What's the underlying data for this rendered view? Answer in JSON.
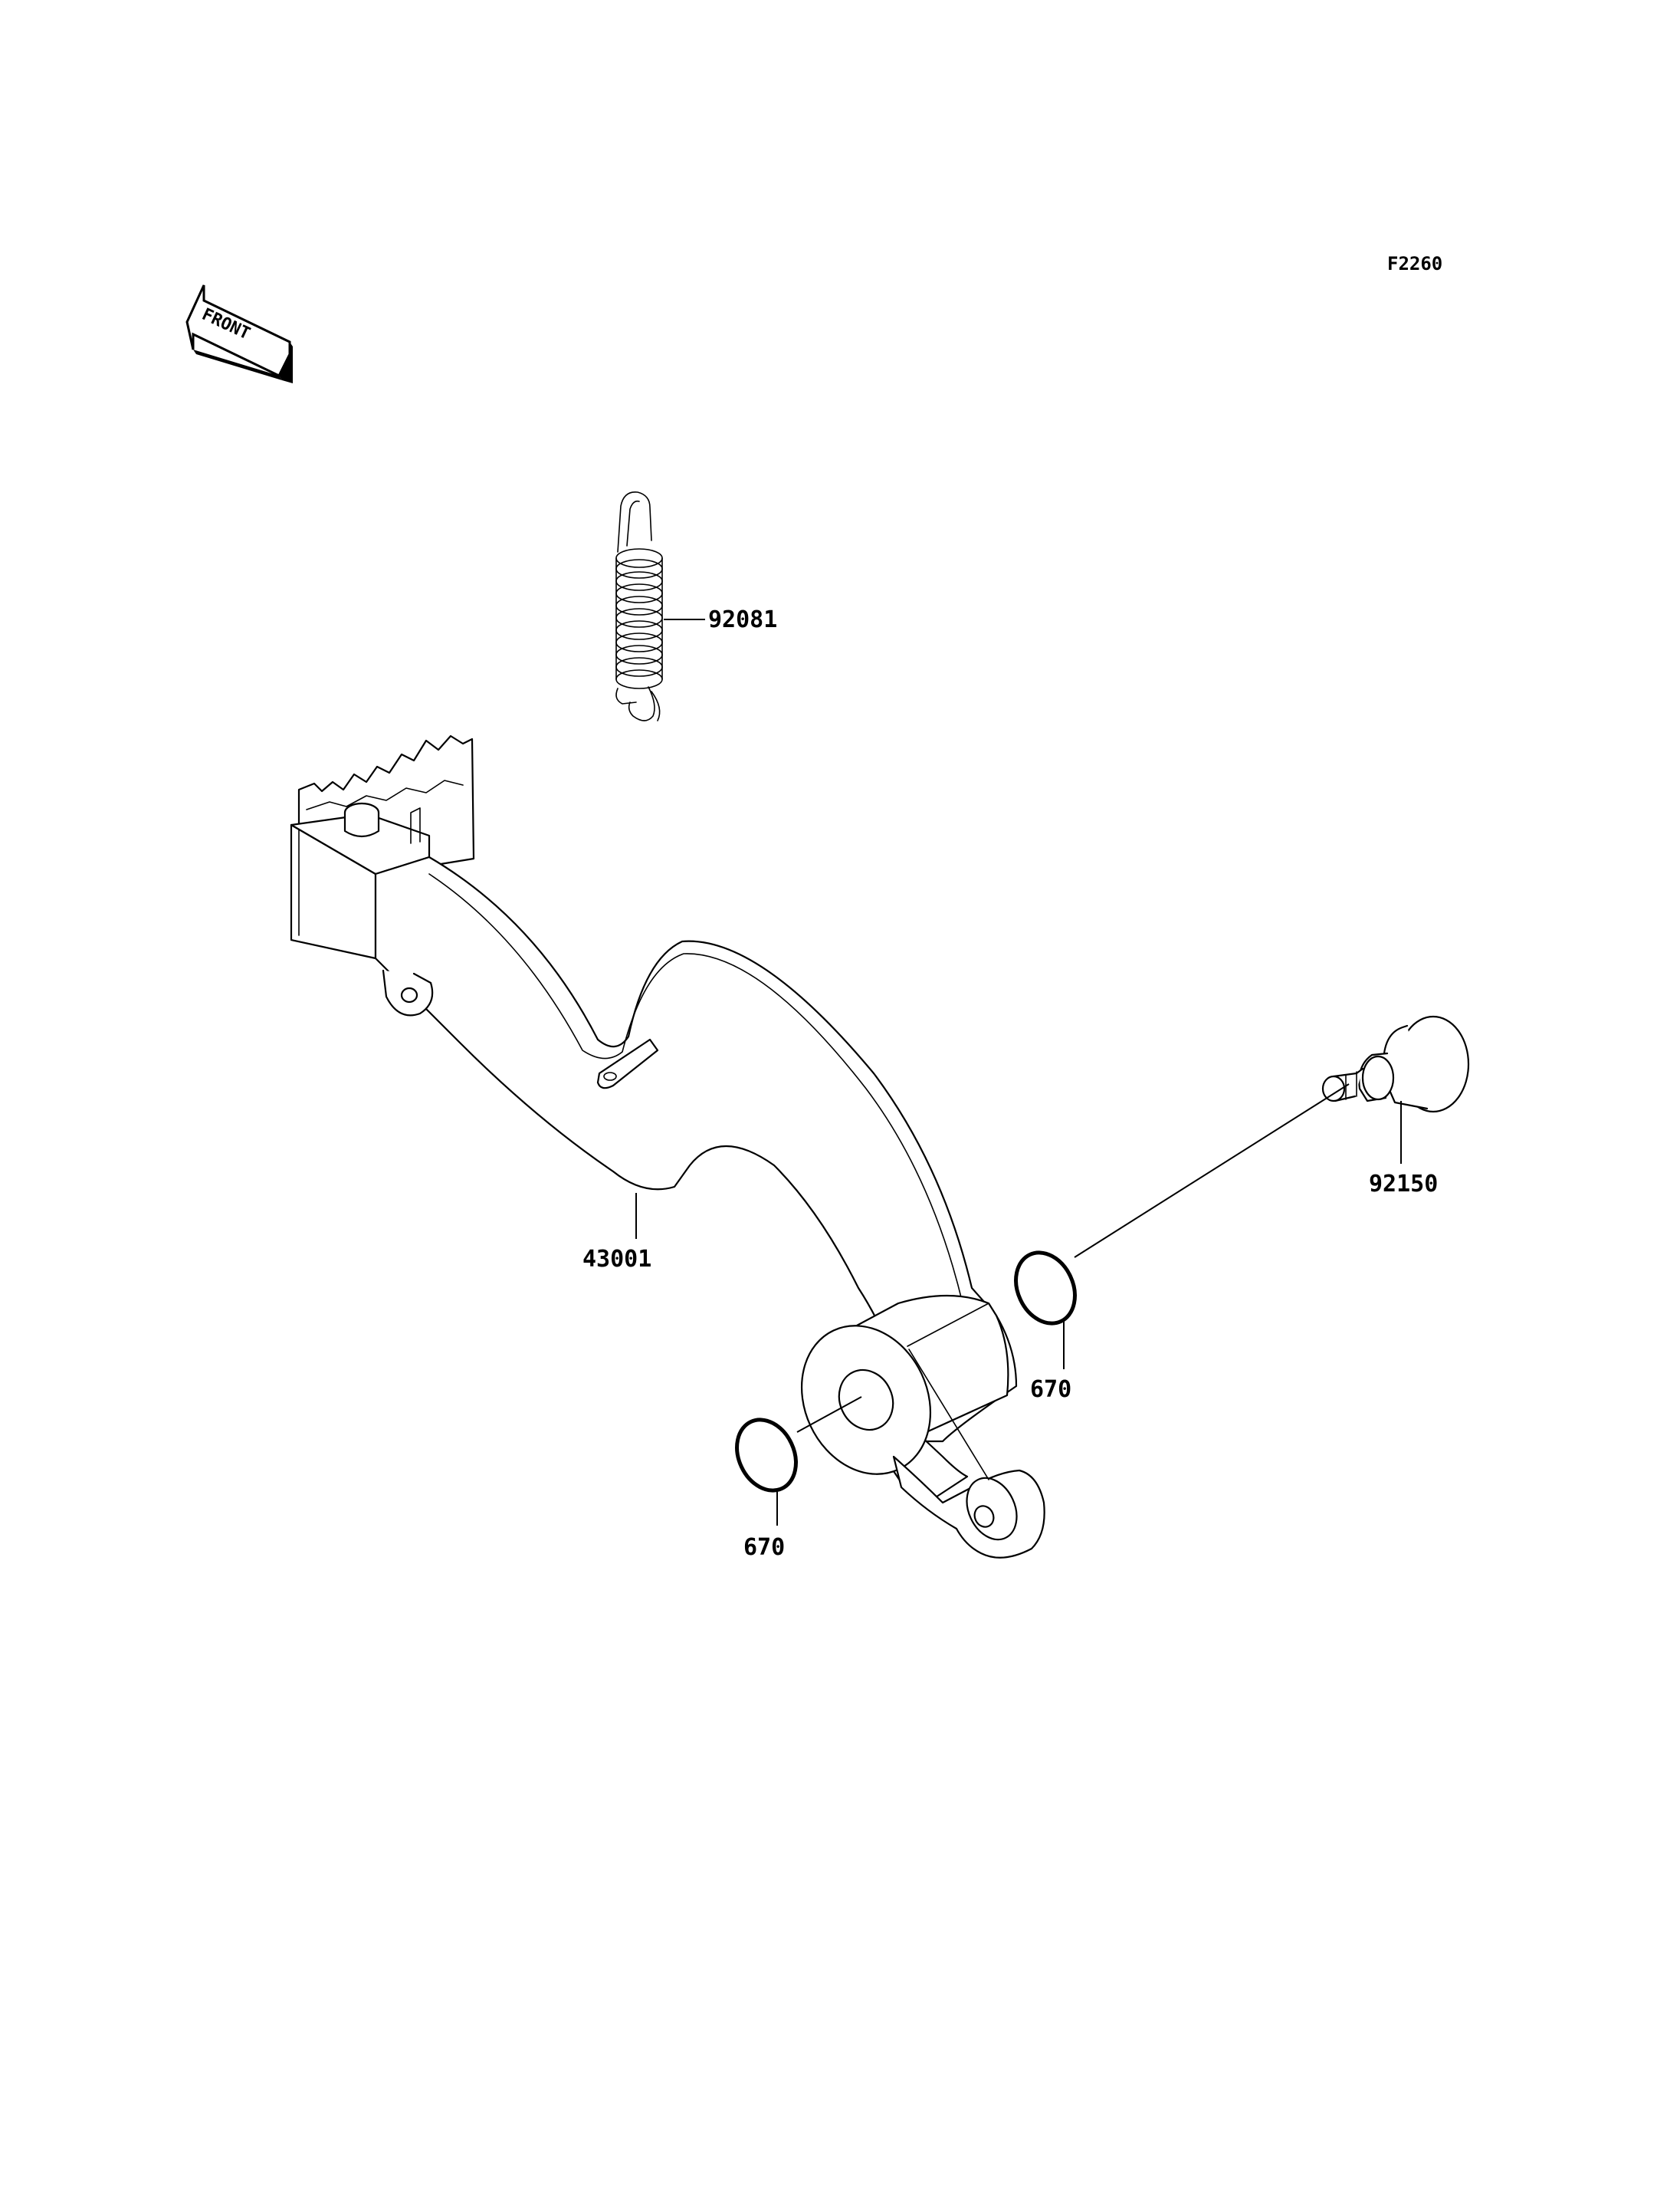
{
  "diagram_code": "F2260",
  "front_label": "FRONT",
  "parts": {
    "spring": "92081",
    "pedal": "43001",
    "pivot_bolt": "92150",
    "oring_upper": "670",
    "oring_lower": "670"
  }
}
